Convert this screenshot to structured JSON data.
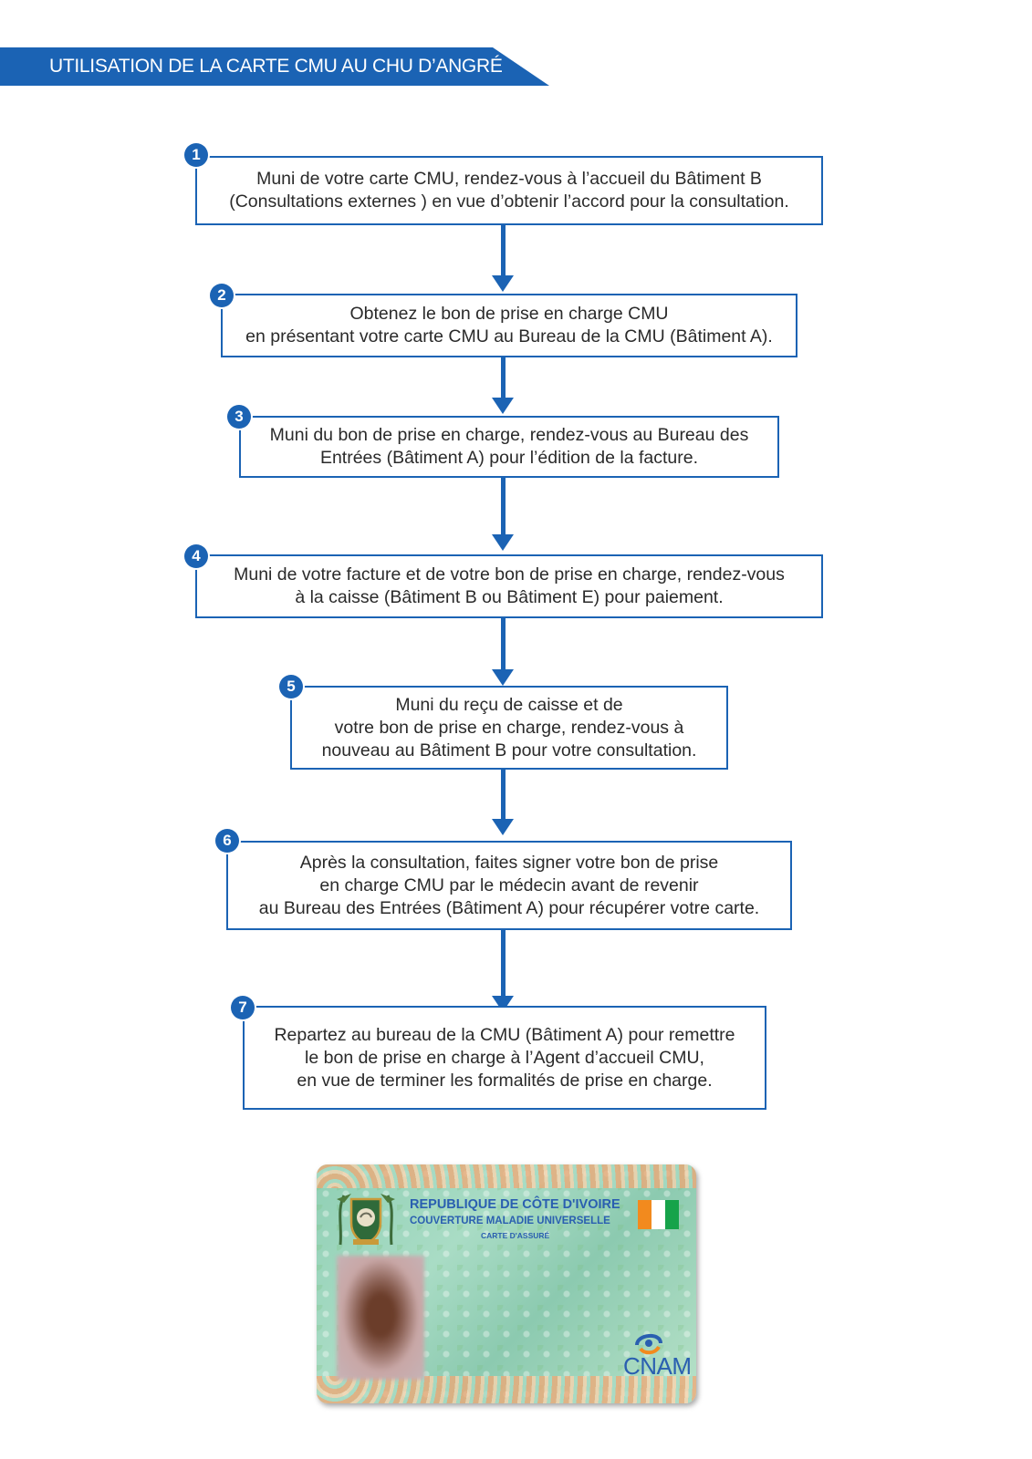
{
  "header": {
    "title": "UTILISATION DE LA CARTE CMU AU CHU D’ANGRÉ"
  },
  "steps": [
    {
      "number": "1",
      "text": "Muni de votre carte CMU, rendez-vous à l’accueil du Bâtiment B\n(Consultations externes ) en vue d’obtenir l’accord pour la consultation."
    },
    {
      "number": "2",
      "text": "Obtenez le bon de prise en charge CMU\nen présentant votre carte CMU au Bureau de la CMU (Bâtiment A)."
    },
    {
      "number": "3",
      "text": "Muni du bon de prise en charge, rendez-vous au Bureau des\nEntrées (Bâtiment A) pour l’édition de la facture."
    },
    {
      "number": "4",
      "text": "Muni de votre facture et de votre bon de prise en charge, rendez-vous\nà la caisse (Bâtiment B ou Bâtiment E) pour paiement."
    },
    {
      "number": "5",
      "text": "Muni du reçu de caisse et de\nvotre bon de prise en charge, rendez-vous à\nnouveau au Bâtiment B pour votre consultation."
    },
    {
      "number": "6",
      "text": "Après la consultation, faites signer votre bon de prise\nen charge CMU par le médecin avant de revenir\nau Bureau des Entrées (Bâtiment A) pour récupérer votre carte."
    },
    {
      "number": "7",
      "text": "Repartez au bureau de la CMU (Bâtiment A) pour remettre\nle bon de prise en charge à l’Agent d’accueil CMU,\nen vue de terminer les formalités de prise en charge."
    }
  ],
  "card": {
    "line1": "REPUBLIQUE DE CÔTE D'IVOIRE",
    "line2": "COUVERTURE MALADIE UNIVERSELLE",
    "line3": "CARTE D'ASSURÉ",
    "logo_text": "CNAM"
  },
  "colors": {
    "accent": "#1b63b4",
    "flag_orange": "#f28a1e",
    "flag_white": "#ffffff",
    "flag_green": "#16a34a"
  }
}
